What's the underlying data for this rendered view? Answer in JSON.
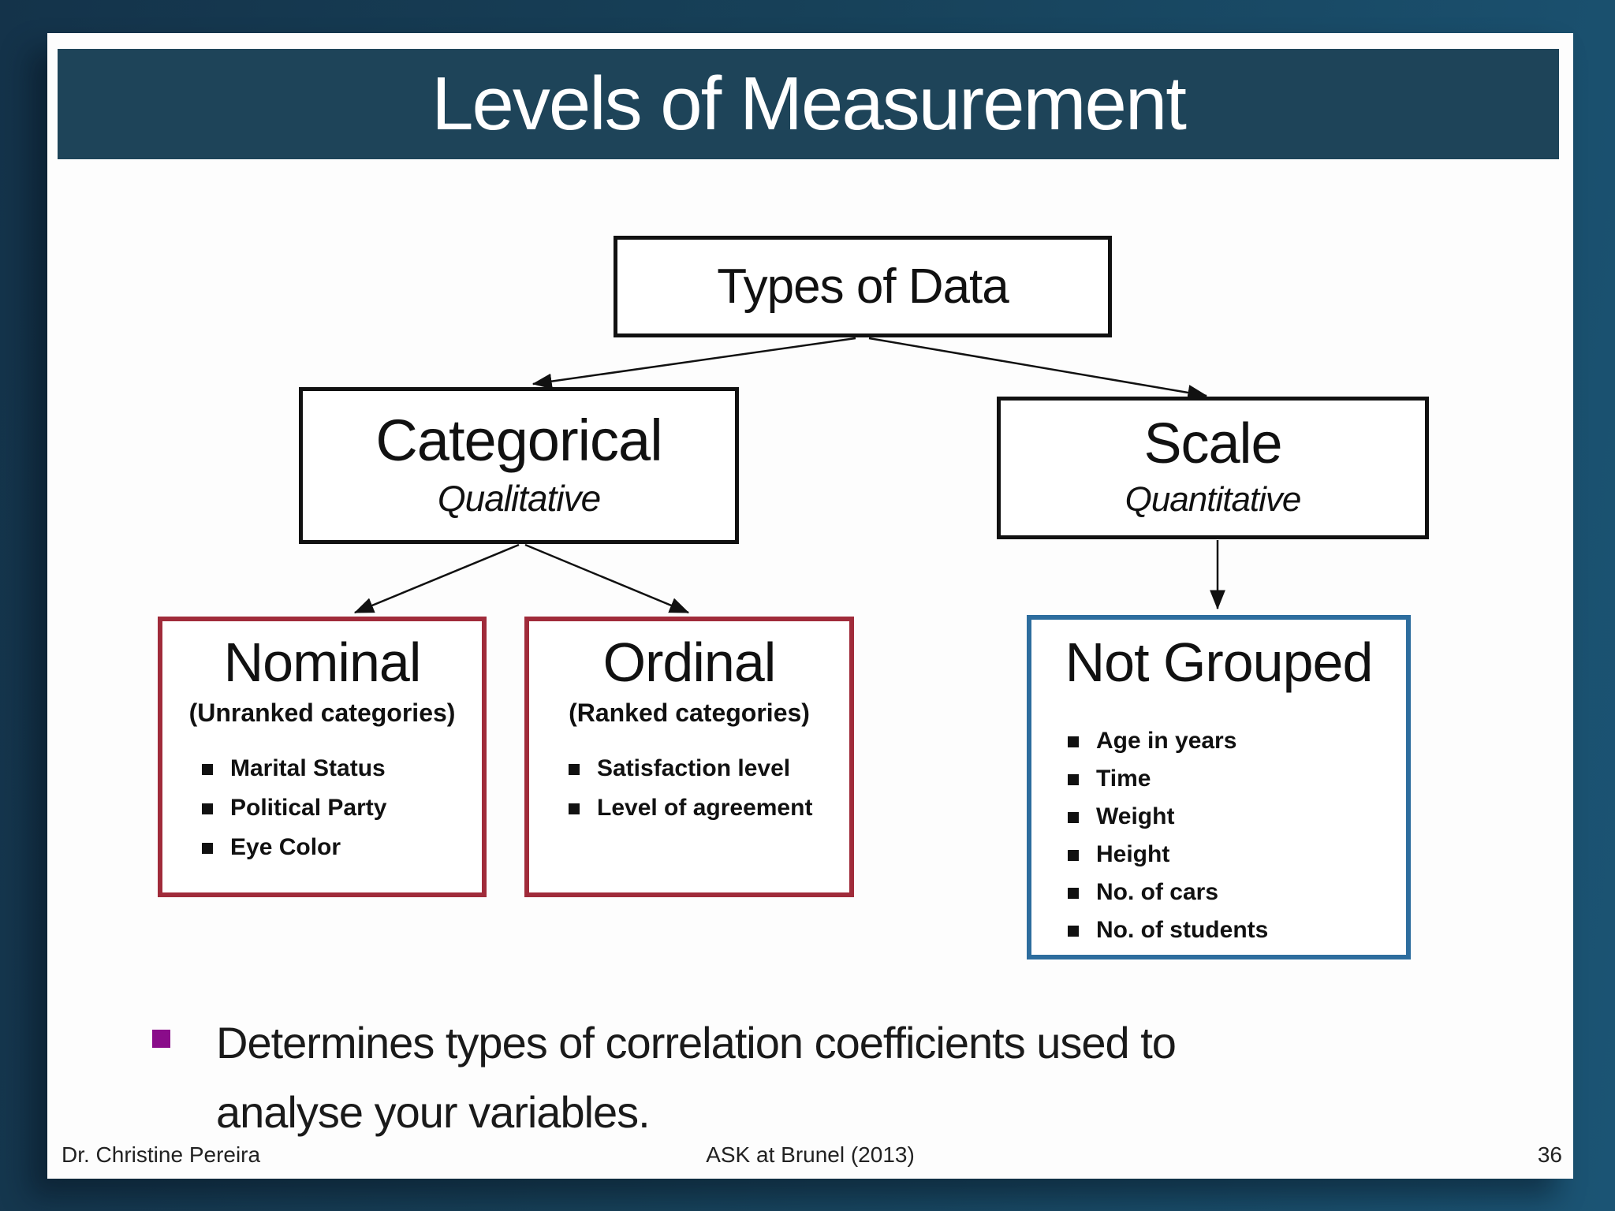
{
  "slide": {
    "title": "Levels of Measurement",
    "takeaway": {
      "lines": [
        "Determines types of correlation coefficients used to",
        "analyse your variables."
      ]
    },
    "footer": {
      "author": "Dr. Christine Pereira",
      "center": "ASK at Brunel (2013)",
      "page_number": "36"
    }
  },
  "diagram": {
    "types": {
      "label": "Types of Data"
    },
    "categorical": {
      "label": "Categorical",
      "sublabel": "Qualitative"
    },
    "scale": {
      "label": "Scale",
      "sublabel": "Quantitative"
    },
    "nominal": {
      "label": "Nominal",
      "sublabel": "(Unranked categories)",
      "items": [
        "Marital Status",
        "Political Party",
        "Eye Color"
      ]
    },
    "ordinal": {
      "label": "Ordinal",
      "sublabel": "(Ranked categories)",
      "items": [
        "Satisfaction level",
        "Level of agreement"
      ]
    },
    "not_grouped": {
      "label": "Not Grouped",
      "items": [
        "Age in years",
        "Time",
        "Weight",
        "Height",
        "No. of cars",
        "No. of students"
      ]
    }
  },
  "colors": {
    "background_left": "#14334a",
    "background_right": "#1b5474",
    "title_bar": "#1e4459",
    "title_text": "#ffffff",
    "node_border": "#111111",
    "categorical_child_border": "#a02b3a",
    "scale_child_border": "#2d6d9e",
    "takeaway_bullet": "#8a0c8a",
    "body_text": "#141414"
  }
}
